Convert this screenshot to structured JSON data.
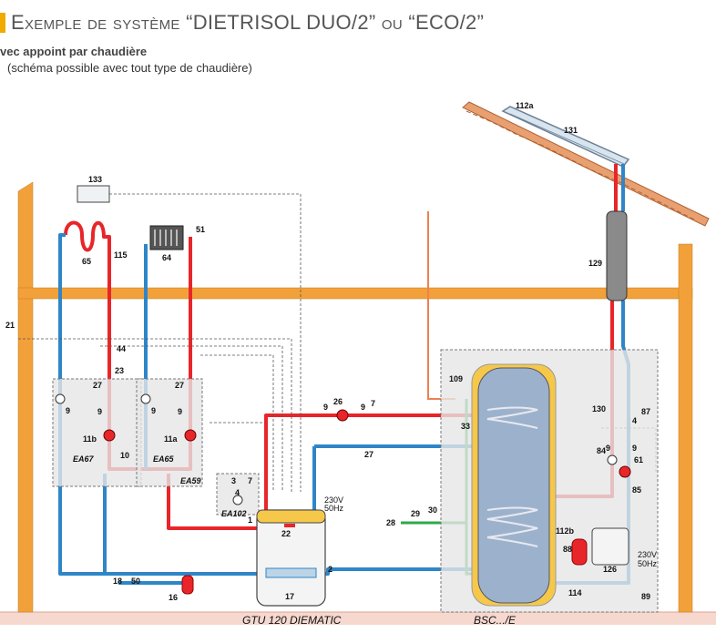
{
  "header": {
    "title": "Exemple de système “DIETRISOL DUO/2” ou “ECO/2”",
    "subtitle": "vec appoint par chaudière",
    "note": "(schéma possible avec tout type de chaudière)"
  },
  "colors": {
    "frame": "#f2a13a",
    "hot": "#e8262a",
    "cold": "#2e86c8",
    "dhw": "#f08050",
    "green": "#2ea84a",
    "tank": "#9cb2cc",
    "floor": "#f6d8cf",
    "module": "#e6e6e6"
  },
  "labels": {
    "l133": "133",
    "l65": "65",
    "l115": "115",
    "l64": "64",
    "l51": "51",
    "l21": "21",
    "l44": "44",
    "l23": "23",
    "l27a": "27",
    "l27b": "27",
    "l27c": "27",
    "l9a": "9",
    "l9b": "9",
    "l9c": "9",
    "l9d": "9",
    "l9e": "9",
    "l9f": "9",
    "l9g": "9",
    "l9h": "9",
    "l11b": "11b",
    "l11a": "11a",
    "l10": "10",
    "ea67": "EA67",
    "ea65": "EA65",
    "ea59": "EA59",
    "ea102": "EA102",
    "l3": "3",
    "l4a": "4",
    "l4b": "4",
    "l7a": "7",
    "l7b": "7",
    "l1": "1",
    "l22": "22",
    "l2": "2",
    "l17": "17",
    "l18": "18",
    "l50": "50",
    "l16": "16",
    "l26": "26",
    "l109": "109",
    "l33": "33",
    "l29": "29",
    "l30": "30",
    "l28": "28",
    "l112a": "112a",
    "l131": "131",
    "l129": "129",
    "l130": "130",
    "l87": "87",
    "l84": "84",
    "l61": "61",
    "l85": "85",
    "l112b": "112b",
    "l88": "88",
    "l126": "126",
    "l114": "114",
    "l89": "89",
    "v230a": "230V",
    "hz50a": "50Hz",
    "v230b": "230V",
    "hz50b": "50Hz"
  },
  "footer": {
    "boiler": "GTU 120 DIEMATIC",
    "tank": "BSC.../E"
  }
}
